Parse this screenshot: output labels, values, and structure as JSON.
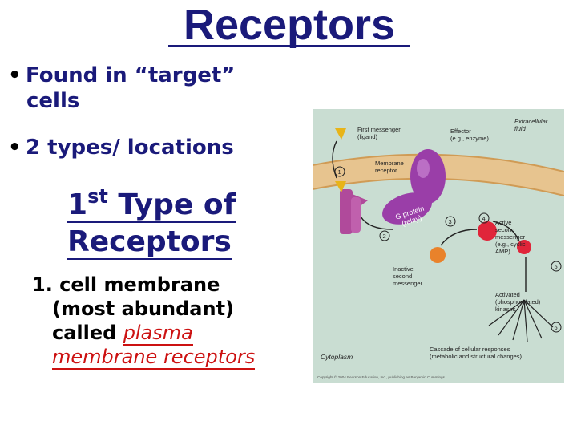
{
  "title": "Receptors",
  "bullets": [
    {
      "symbol": "•",
      "line1": "Found in “target”",
      "line2": "cells"
    },
    {
      "symbol": "•",
      "line1": "2 types/ locations"
    }
  ],
  "subheading": {
    "num": "1",
    "sup": "st",
    "line1_rest": " Type of",
    "line2": "Receptors"
  },
  "item": {
    "line1": "1. cell membrane",
    "line2": "(most abundant)",
    "line3_plain": "called ",
    "line3_red": "plasma",
    "line4_red": "membrane receptors"
  },
  "figure": {
    "labels": {
      "first_messenger": "First messenger",
      "ligand": "(ligand)",
      "effector": "Effector",
      "enzyme": "(e.g., enzyme)",
      "extracellular": "Extracellular",
      "fluid": "fluid",
      "membrane": "Membrane",
      "receptor": "receptor",
      "g_protein": "G protein",
      "relay": "(relay)",
      "active": "Active",
      "second": "second",
      "messenger": "messenger",
      "cyclic": "(e.g., cyclic",
      "amp": "AMP)",
      "inactive": "Inactive",
      "inactive_second": "second",
      "inactive_messenger": "messenger",
      "activated": "Activated",
      "phosphorylated": "(phosphorylated)",
      "kinases": "kinases",
      "cascade": "Cascade of cellular responses",
      "metabolic": "(metabolic and structural changes)",
      "cytoplasm": "Cytoplasm",
      "copyright": "Copyright © 2004 Pearson Education, Inc., publishing as Benjamin Cummings"
    },
    "step_numbers": [
      "1",
      "2",
      "3",
      "4",
      "5",
      "6"
    ],
    "colors": {
      "background": "#c9ddd2",
      "membrane": "#e7c48f",
      "receptor": "#b04a9b",
      "effector": "#9a3ea8",
      "ligand": "#e8b418",
      "active_messenger": "#e0253a",
      "inactive_messenger": "#e9822b",
      "star": "#e01010"
    }
  }
}
